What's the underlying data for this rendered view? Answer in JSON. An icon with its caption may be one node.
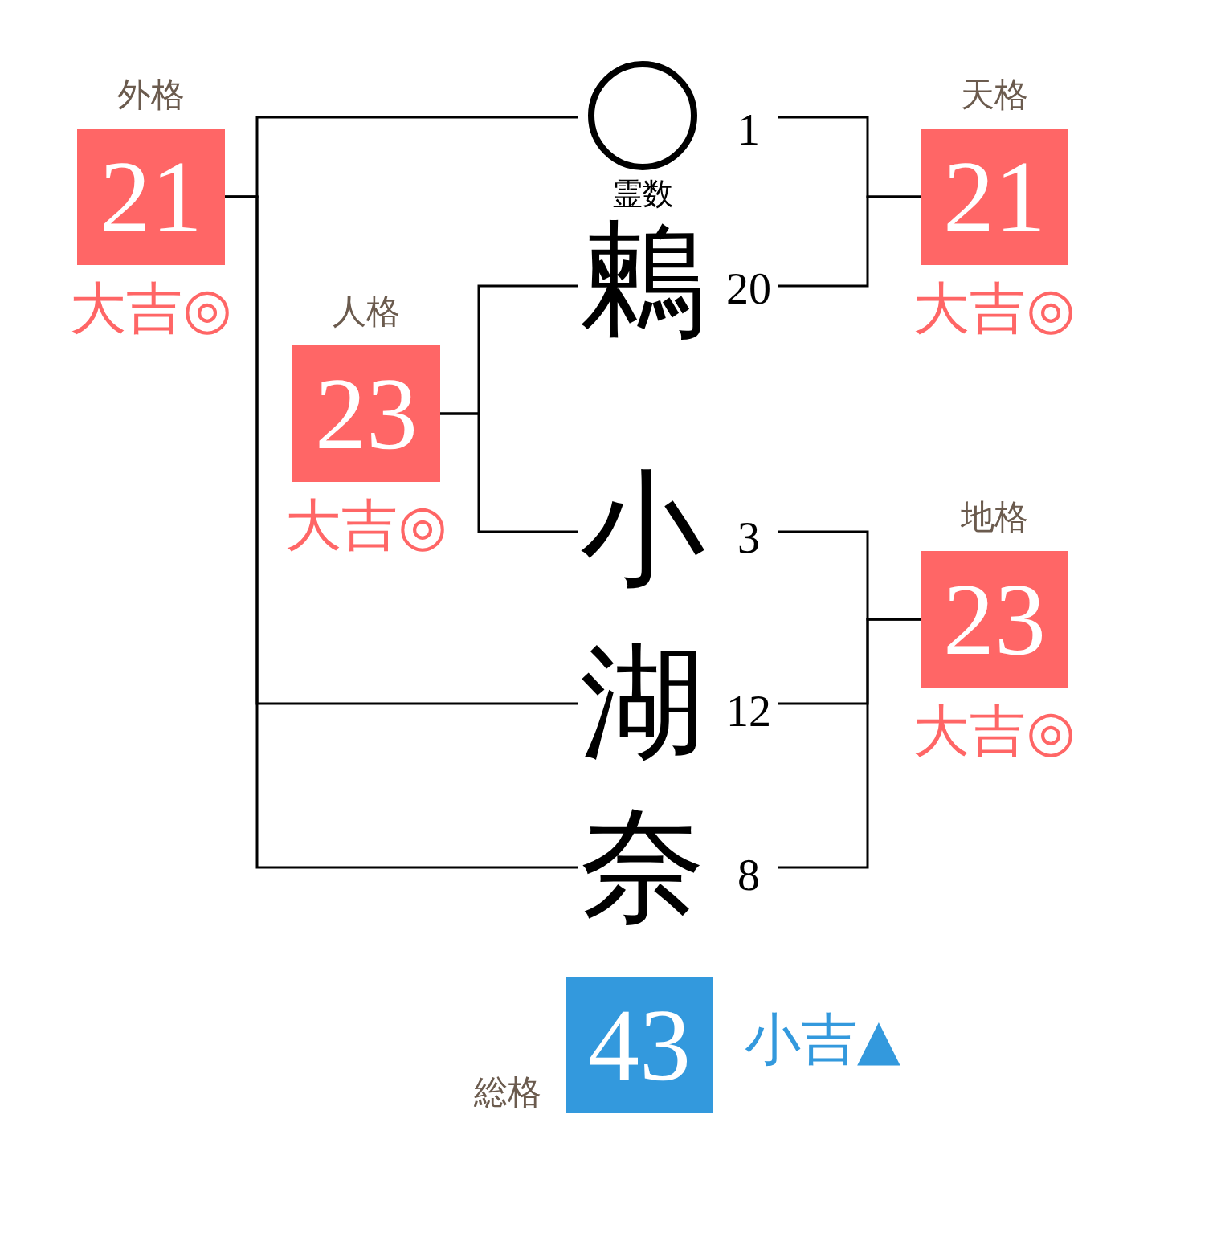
{
  "diagram": {
    "nodes": [
      {
        "text": [
          "外格",
          "21"
        ],
        "beside": [
          "大吉◎"
        ]
      },
      {
        "text": [],
        "shape": "circle",
        "beside": [
          "霊数",
          "1"
        ]
      },
      {
        "text": [
          "天格",
          "21"
        ],
        "beside": [
          "大吉◎"
        ]
      },
      {
        "text": [
          "人格",
          "23"
        ],
        "beside": [
          "大吉◎"
        ]
      },
      {
        "text": [
          "鶫"
        ],
        "beside": [
          "20"
        ]
      },
      {
        "text": [
          "小"
        ],
        "beside": [
          "3"
        ]
      },
      {
        "text": [
          "地格",
          "23"
        ],
        "beside": [
          "大吉◎"
        ]
      },
      {
        "text": [
          "湖"
        ],
        "beside": [
          "12"
        ]
      },
      {
        "text": [
          "奈"
        ],
        "beside": [
          "8"
        ]
      },
      {
        "text": [
          "総格",
          "43"
        ],
        "beside": [
          "小吉▲"
        ]
      }
    ],
    "edges": [
      {
        "from": 1,
        "to": 0,
        "arrow": "none"
      },
      {
        "from": 7,
        "to": 0,
        "arrow": "none"
      },
      {
        "from": 8,
        "to": 0,
        "arrow": "none"
      },
      {
        "from": 4,
        "to": 3,
        "arrow": "none"
      },
      {
        "from": 5,
        "to": 3,
        "arrow": "none"
      },
      {
        "from": 1,
        "to": 2,
        "arrow": "none"
      },
      {
        "from": 4,
        "to": 2,
        "arrow": "none"
      },
      {
        "from": 5,
        "to": 6,
        "arrow": "none"
      },
      {
        "from": 7,
        "to": 6,
        "arrow": "none"
      },
      {
        "from": 8,
        "to": 6,
        "arrow": "none"
      }
    ]
  }
}
